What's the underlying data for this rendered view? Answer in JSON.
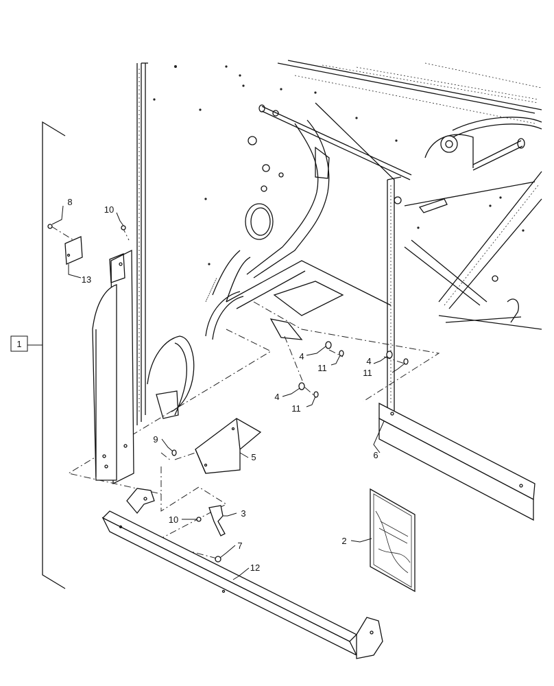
{
  "diagram": {
    "callouts": [
      {
        "id": "c1",
        "text": "1"
      },
      {
        "id": "c2",
        "text": "2"
      },
      {
        "id": "c3",
        "text": "3"
      },
      {
        "id": "c4a",
        "text": "4"
      },
      {
        "id": "c4b",
        "text": "4"
      },
      {
        "id": "c4c",
        "text": "4"
      },
      {
        "id": "c5",
        "text": "5"
      },
      {
        "id": "c6",
        "text": "6"
      },
      {
        "id": "c7",
        "text": "7"
      },
      {
        "id": "c8",
        "text": "8"
      },
      {
        "id": "c9",
        "text": "9"
      },
      {
        "id": "c10a",
        "text": "10"
      },
      {
        "id": "c10b",
        "text": "10"
      },
      {
        "id": "c11a",
        "text": "11"
      },
      {
        "id": "c11b",
        "text": "11"
      },
      {
        "id": "c11c",
        "text": "11"
      },
      {
        "id": "c12",
        "text": "12"
      },
      {
        "id": "c13",
        "text": "13"
      }
    ]
  }
}
